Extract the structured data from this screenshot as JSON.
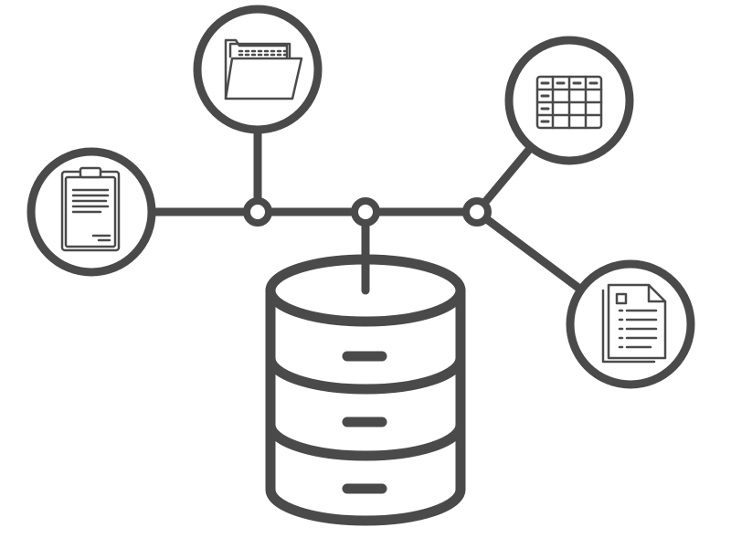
{
  "diagram": {
    "stroke_color": "#4a4a4a",
    "background_color": "#ffffff",
    "center": "database-icon",
    "nodes": [
      {
        "id": "clipboard",
        "icon": "clipboard-icon"
      },
      {
        "id": "folder",
        "icon": "folder-icon"
      },
      {
        "id": "table",
        "icon": "table-icon"
      },
      {
        "id": "documents",
        "icon": "documents-icon"
      }
    ],
    "junctions": 3
  }
}
